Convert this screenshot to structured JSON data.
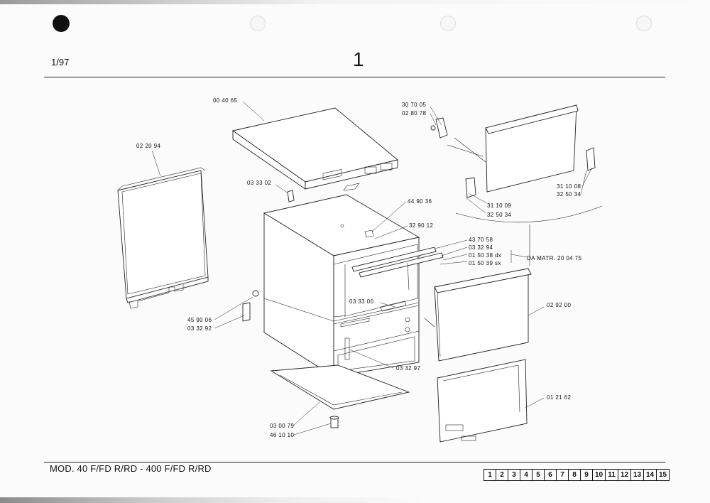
{
  "header": {
    "page_number": "1/97",
    "sheet_number": "1"
  },
  "footer": {
    "model": "MOD. 40 F/FD  R/RD - 400 F/FD  R/RD",
    "page_index": [
      "1",
      "2",
      "3",
      "4",
      "5",
      "6",
      "7",
      "8",
      "9",
      "10",
      "11",
      "12",
      "13",
      "14",
      "15"
    ]
  },
  "diagram": {
    "part_labels": [
      {
        "name": "part-label-004065",
        "text": "00 40 65"
      },
      {
        "name": "part-label-022094",
        "text": "02 20 94"
      },
      {
        "name": "part-label-033302",
        "text": "03 33 02"
      },
      {
        "name": "part-label-449036",
        "text": "44 90 36"
      },
      {
        "name": "part-label-329012",
        "text": "32 90 12"
      },
      {
        "name": "part-label-437058",
        "text": "43 70 58"
      },
      {
        "name": "part-label-033294",
        "text": "03 32 94"
      },
      {
        "name": "part-label-015038dx",
        "text": "01 50 38 dx"
      },
      {
        "name": "part-label-015039sx",
        "text": "01 50 39 sx"
      },
      {
        "name": "part-label-matricola",
        "text": "DA MATR. 20  04  75"
      },
      {
        "name": "part-label-307005",
        "text": "30 70 05"
      },
      {
        "name": "part-label-028078",
        "text": "02 80 78"
      },
      {
        "name": "part-label-311008",
        "text": "31 10 08"
      },
      {
        "name": "part-label-325034a",
        "text": "32 50 34"
      },
      {
        "name": "part-label-311009",
        "text": "31 10 09"
      },
      {
        "name": "part-label-325034b",
        "text": "32 50 34"
      },
      {
        "name": "part-label-033300",
        "text": "03 33 00"
      },
      {
        "name": "part-label-029200",
        "text": "02 92 00"
      },
      {
        "name": "part-label-459006",
        "text": "45 90 06"
      },
      {
        "name": "part-label-033292",
        "text": "03 32 92"
      },
      {
        "name": "part-label-033297",
        "text": "03 32 97"
      },
      {
        "name": "part-label-012162",
        "text": "01 21 62"
      },
      {
        "name": "part-label-030079",
        "text": "03 00 79"
      },
      {
        "name": "part-label-461010",
        "text": "46 10 10"
      }
    ]
  }
}
